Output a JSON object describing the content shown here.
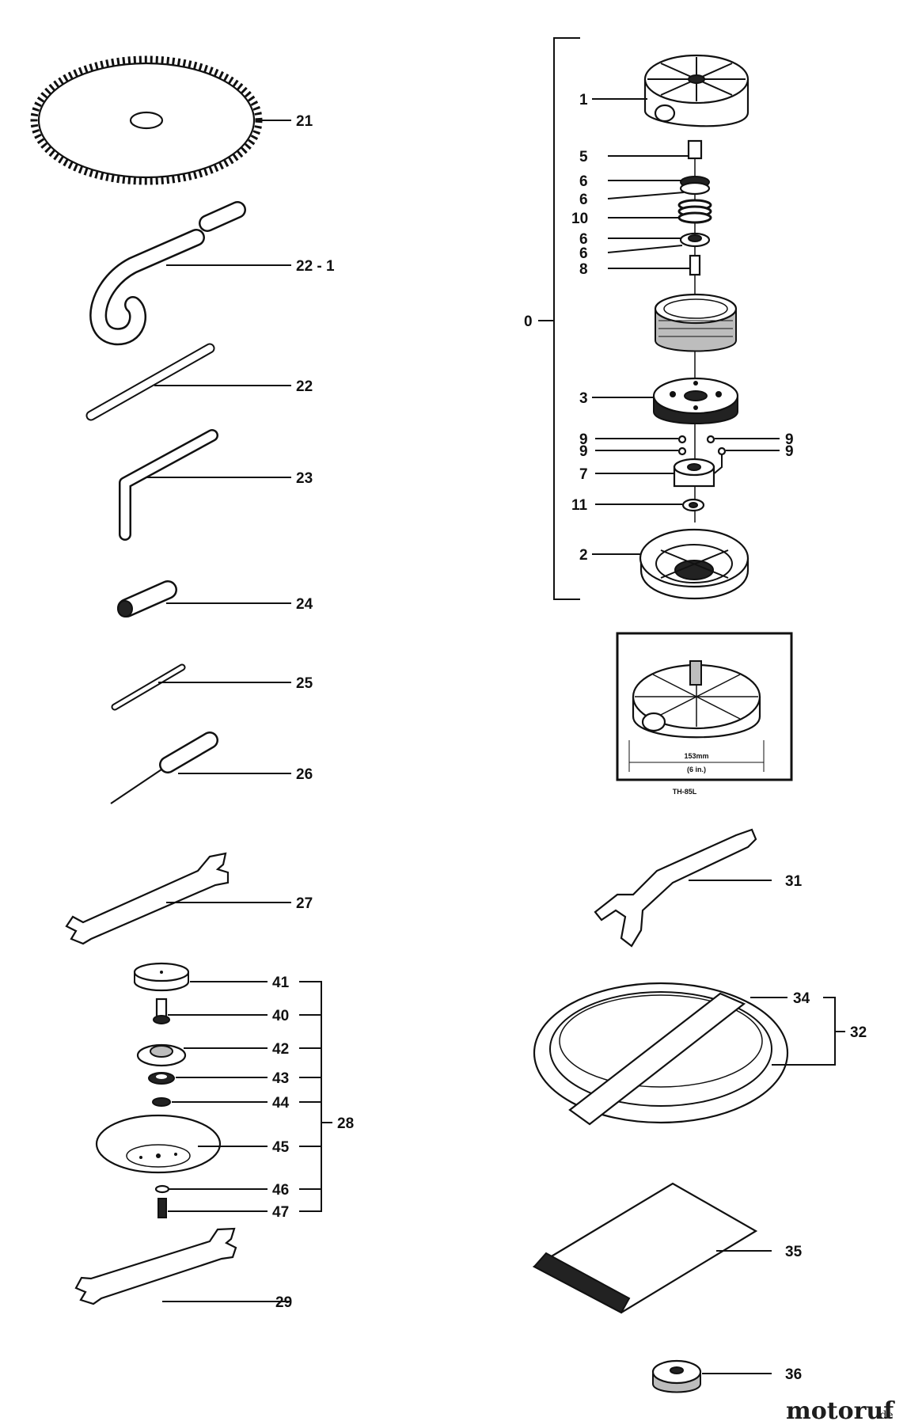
{
  "labels": {
    "l21": "21",
    "l22_1": "22 - 1",
    "l22": "22",
    "l23": "23",
    "l24": "24",
    "l25": "25",
    "l26": "26",
    "l27": "27",
    "l41": "41",
    "l40": "40",
    "l42": "42",
    "l43": "43",
    "l44": "44",
    "l45": "45",
    "l46": "46",
    "l47": "47",
    "l28": "28",
    "l29": "29",
    "l1": "1",
    "l5": "5",
    "l6a": "6",
    "l6b": "6",
    "l10": "10",
    "l6c": "6",
    "l6d": "6",
    "l8": "8",
    "l0": "0",
    "l3": "3",
    "l9a": "9",
    "l9b": "9",
    "l9c": "9",
    "l9d": "9",
    "l7": "7",
    "l11": "11",
    "l2": "2",
    "l31": "31",
    "l34": "34",
    "l32": "32",
    "l35": "35",
    "l36": "36"
  },
  "inset": {
    "dimension": "153mm",
    "dimension_imperial": "(6 in.)",
    "model": "TH-85L"
  },
  "watermark": {
    "brand": "motoruf",
    "tld": ".de"
  }
}
